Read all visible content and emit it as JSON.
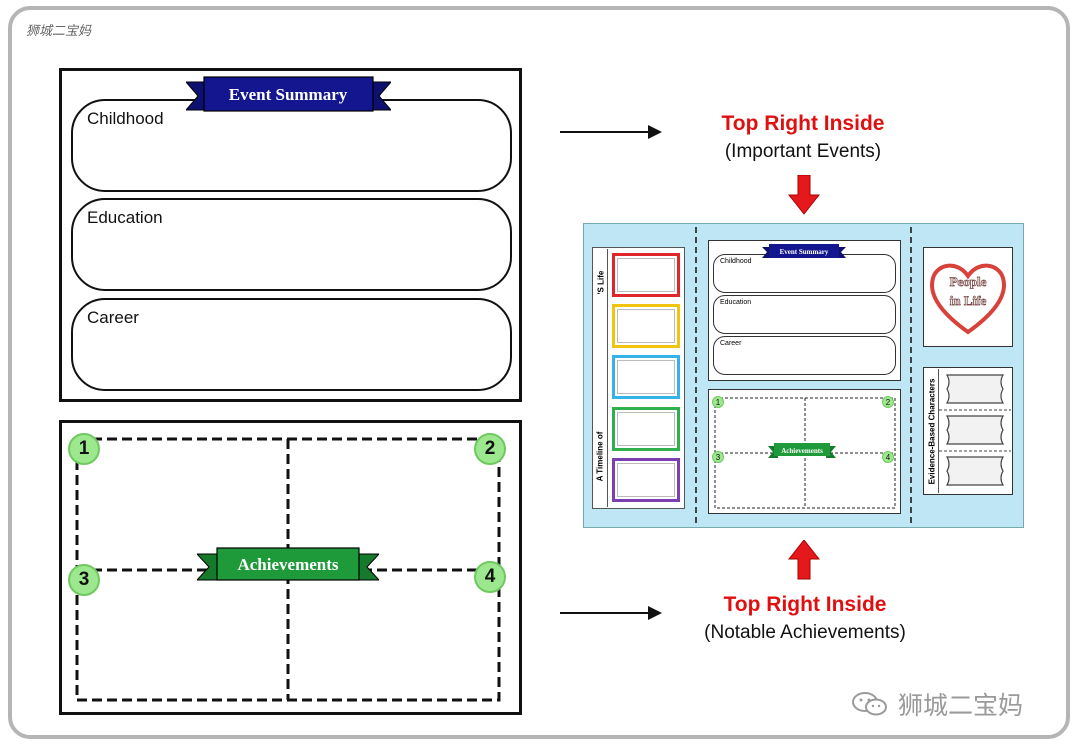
{
  "watermark": {
    "top": "狮城二宝妈",
    "bottom": "狮城二宝妈"
  },
  "event_summary": {
    "banner": "Event Summary",
    "rows": [
      {
        "label": "Childhood"
      },
      {
        "label": "Education"
      },
      {
        "label": "Career"
      }
    ]
  },
  "achievements": {
    "banner": "Achievements",
    "numbers": [
      "1",
      "2",
      "3",
      "4"
    ]
  },
  "callouts": [
    {
      "title": "Top Right Inside",
      "subtitle": "(Important Events)"
    },
    {
      "title": "Top Right Inside",
      "subtitle": "(Notable Achievements)"
    }
  ],
  "lapbook": {
    "timeline_label": "A Timeline of",
    "timeline_suffix": "'S Life",
    "timeline_colors": [
      "#e0262b",
      "#f1c40f",
      "#35b3e8",
      "#2eb04e",
      "#7b3fb0"
    ],
    "event_banner": "Event Summary",
    "event_rows": [
      "Childhood",
      "Education",
      "Career"
    ],
    "achievements_banner": "Achievements",
    "numbers": [
      "1",
      "2",
      "3",
      "4"
    ],
    "people_line1": "People",
    "people_line2": "in Life",
    "evidence_label": "Evidence-Based Characters"
  },
  "colors": {
    "banner_blue": "#13168f",
    "banner_green": "#1e9a3a",
    "lapbook_bg": "#bfe6f5",
    "accent_red": "#e01010"
  }
}
